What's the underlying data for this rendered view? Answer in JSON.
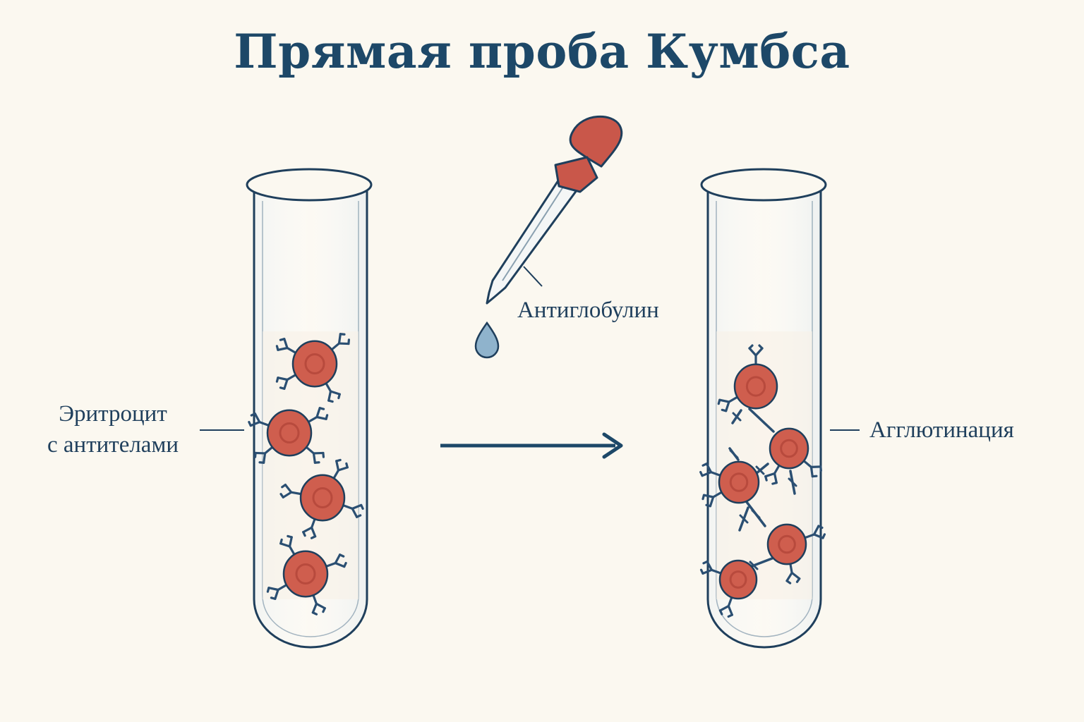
{
  "title": "Прямая проба Кумбса",
  "labels": {
    "rbc_line1": "Эритроцит",
    "rbc_line2": "с антителами",
    "antiglobulin": "Антиглобулин",
    "agglutination": "Агглютинация"
  },
  "colors": {
    "background": "#fbf8f0",
    "title": "#1d4868",
    "outline": "#1f3f5c",
    "cell_fill": "#cf5e4e",
    "cell_inner": "#b84a3d",
    "antibody": "#2b4f72",
    "dropper_bulb": "#c9574a",
    "drop": "#8fb3cc"
  }
}
